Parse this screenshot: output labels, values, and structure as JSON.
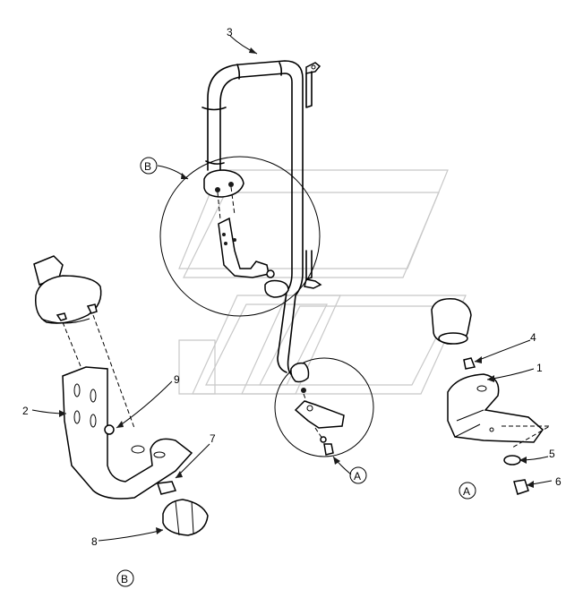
{
  "callouts": {
    "c1": "1",
    "c2": "2",
    "c3": "3",
    "c4": "4",
    "c5": "5",
    "c6": "6",
    "c7": "7",
    "c8": "8",
    "c9": "9"
  },
  "details": {
    "detail_a_label_ref": "A",
    "detail_a_label_view": "A",
    "detail_b_label_ref": "B",
    "detail_b_label_view": "B"
  }
}
